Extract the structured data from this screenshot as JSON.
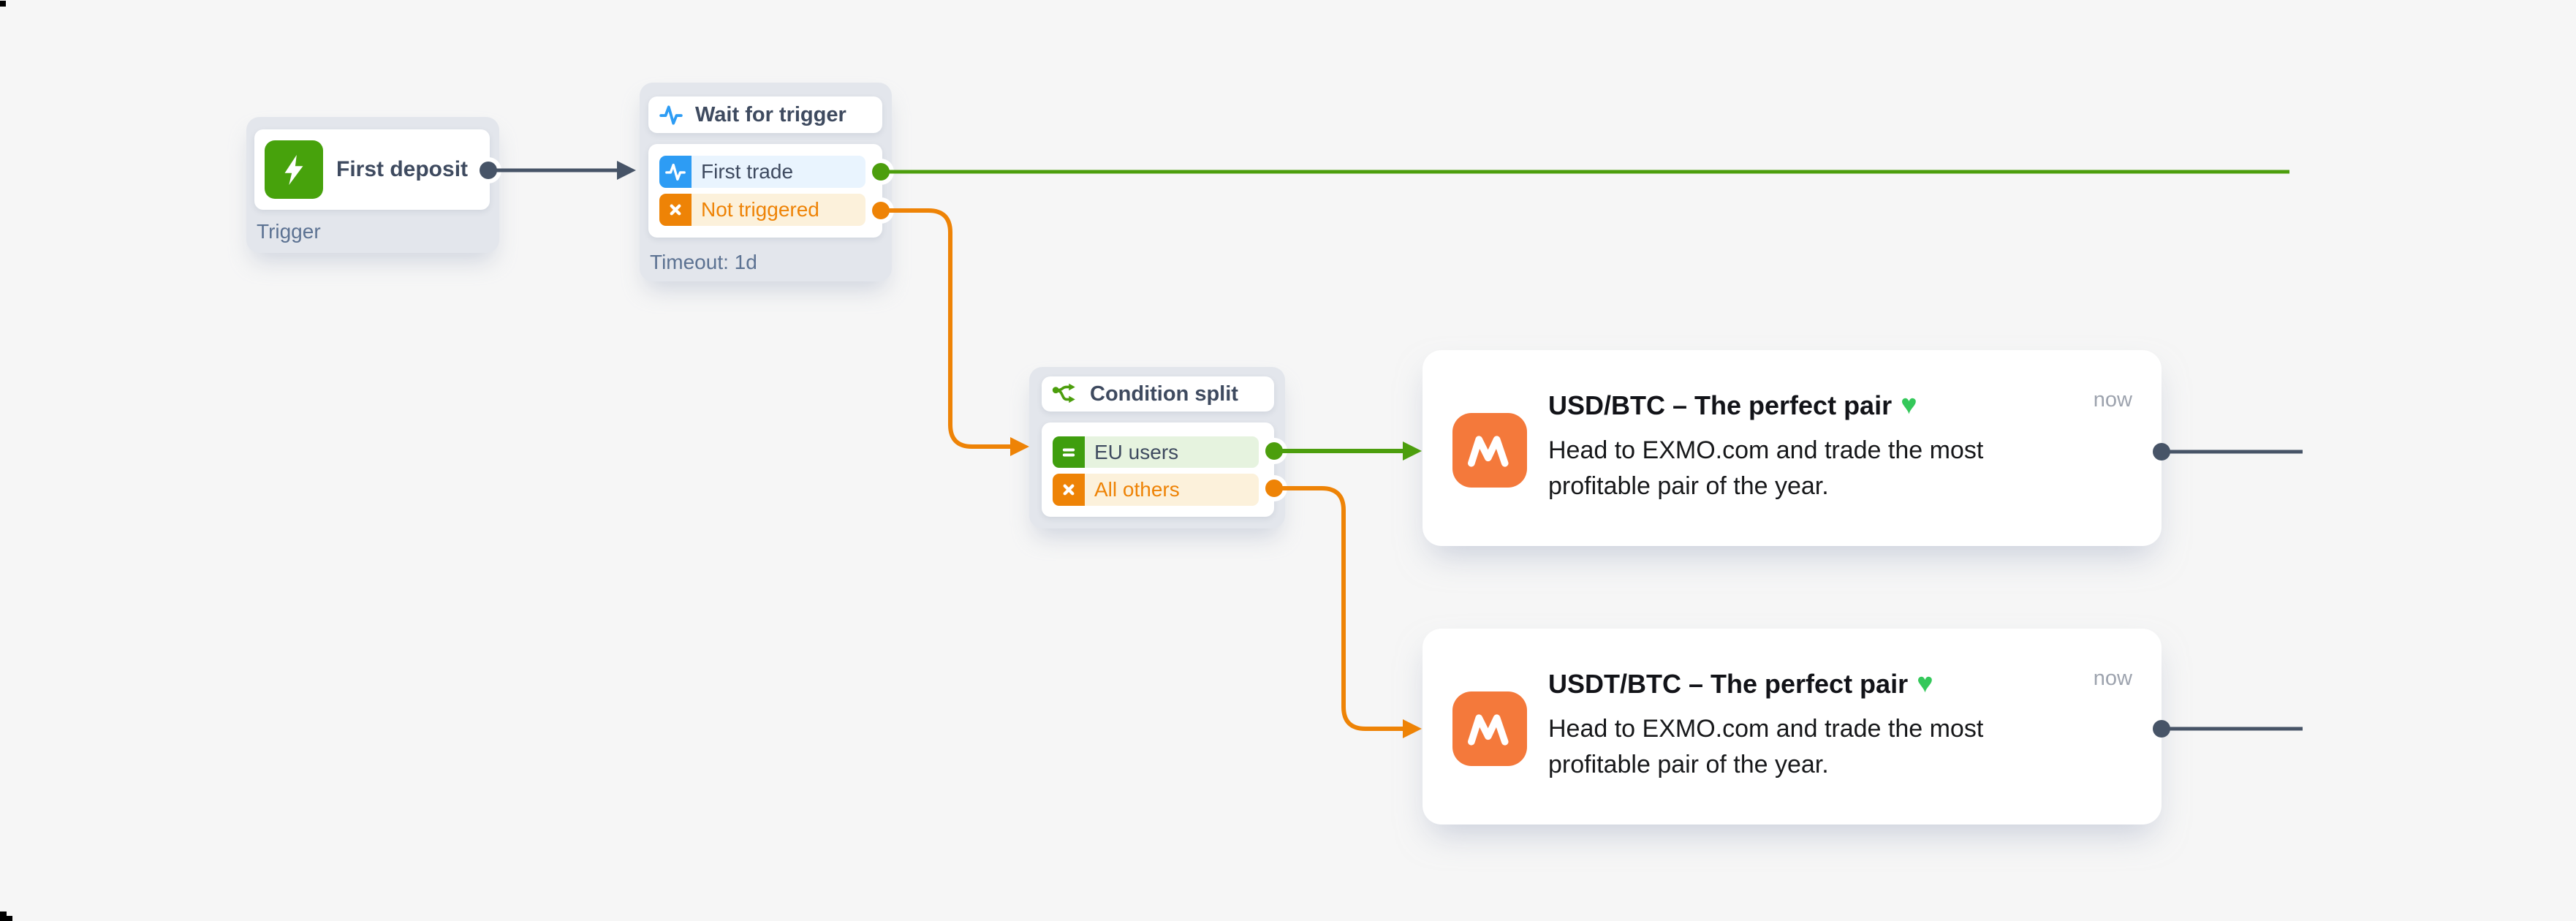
{
  "flow": {
    "trigger_node": {
      "label": "First deposit",
      "caption": "Trigger"
    },
    "wait_node": {
      "title": "Wait for trigger",
      "caption": "Timeout: 1d",
      "branches": [
        {
          "label": "First trade"
        },
        {
          "label": "Not triggered"
        }
      ]
    },
    "split_node": {
      "title": "Condition split",
      "branches": [
        {
          "label": "EU users"
        },
        {
          "label": "All others"
        }
      ]
    },
    "push_cards": [
      {
        "title": "USD/BTC – The perfect pair",
        "heart": "♥",
        "body": "Head to EXMO.com and trade the most profitable pair of the year.",
        "timestamp": "now"
      },
      {
        "title": "USDT/BTC – The perfect pair",
        "heart": "♥",
        "body": "Head to EXMO.com and trade the most profitable pair of the year.",
        "timestamp": "now"
      }
    ]
  },
  "colors": {
    "background": "#F6F6F6",
    "node_container": "#E3E6EC",
    "success_green": "#4C9E0D",
    "timeout_orange": "#EE8306",
    "trigger_blue": "#2D9CF4",
    "connector_slate": "#475467",
    "app_icon_orange": "#F4793B",
    "heart_green": "#34C85A"
  }
}
